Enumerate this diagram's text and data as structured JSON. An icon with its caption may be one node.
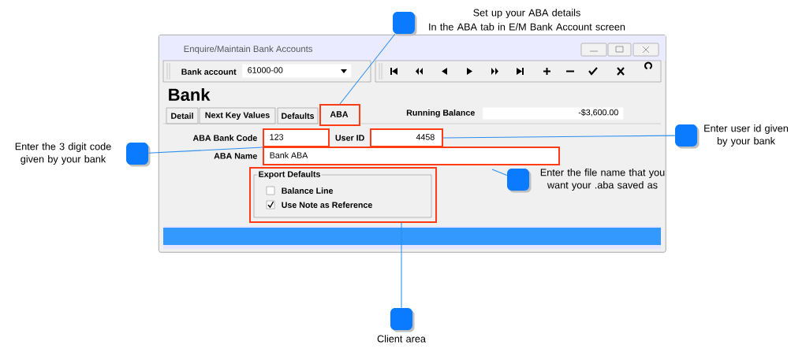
{
  "diagram": {
    "nodes": [
      {
        "text": [
          "Enquire/Maintain Bank Accounts"
        ]
      },
      {
        "text": [],
        "shape": "box",
        "beside": [
          "Set up your ABA details",
          "In the ABA tab in E/M Bank Account screen"
        ]
      },
      {
        "text": [
          "ABA"
        ],
        "in": 0
      },
      {
        "text": [
          "123"
        ],
        "in": 0
      },
      {
        "text": [
          "4458"
        ],
        "in": 0
      },
      {
        "text": [
          "Bank ABA"
        ],
        "in": 0
      },
      {
        "text": [
          "Export Defaults"
        ],
        "in": 0
      },
      {
        "text": [],
        "shape": "box",
        "beside": [
          "Enter the 3 digit code given by your bank"
        ]
      },
      {
        "text": [],
        "shape": "box",
        "beside": [
          "Enter user id given by your bank"
        ]
      },
      {
        "text": [],
        "shape": "box",
        "beside": [
          "Enter the file name that you want your .aba saved as"
        ],
        "in": 0
      },
      {
        "text": [],
        "shape": "box",
        "beside": [
          "Client area"
        ]
      }
    ],
    "edges": [
      {
        "from": 1,
        "to": 2,
        "arrow": "none"
      },
      {
        "from": 7,
        "to": 3,
        "arrow": "none"
      },
      {
        "from": 8,
        "to": 4,
        "arrow": "none"
      },
      {
        "from": 9,
        "to": 5,
        "arrow": "none"
      },
      {
        "from": 10,
        "to": 6,
        "arrow": "none"
      }
    ],
    "labels": [
      "Bank account",
      "61000-00",
      "Bank",
      "Detail",
      "Next Key Values",
      "Defaults",
      "Running Balance",
      "-$3,600.00",
      "ABA Bank Code",
      "User ID",
      "ABA Name",
      "Balance Line",
      "Use Note as Reference"
    ]
  }
}
